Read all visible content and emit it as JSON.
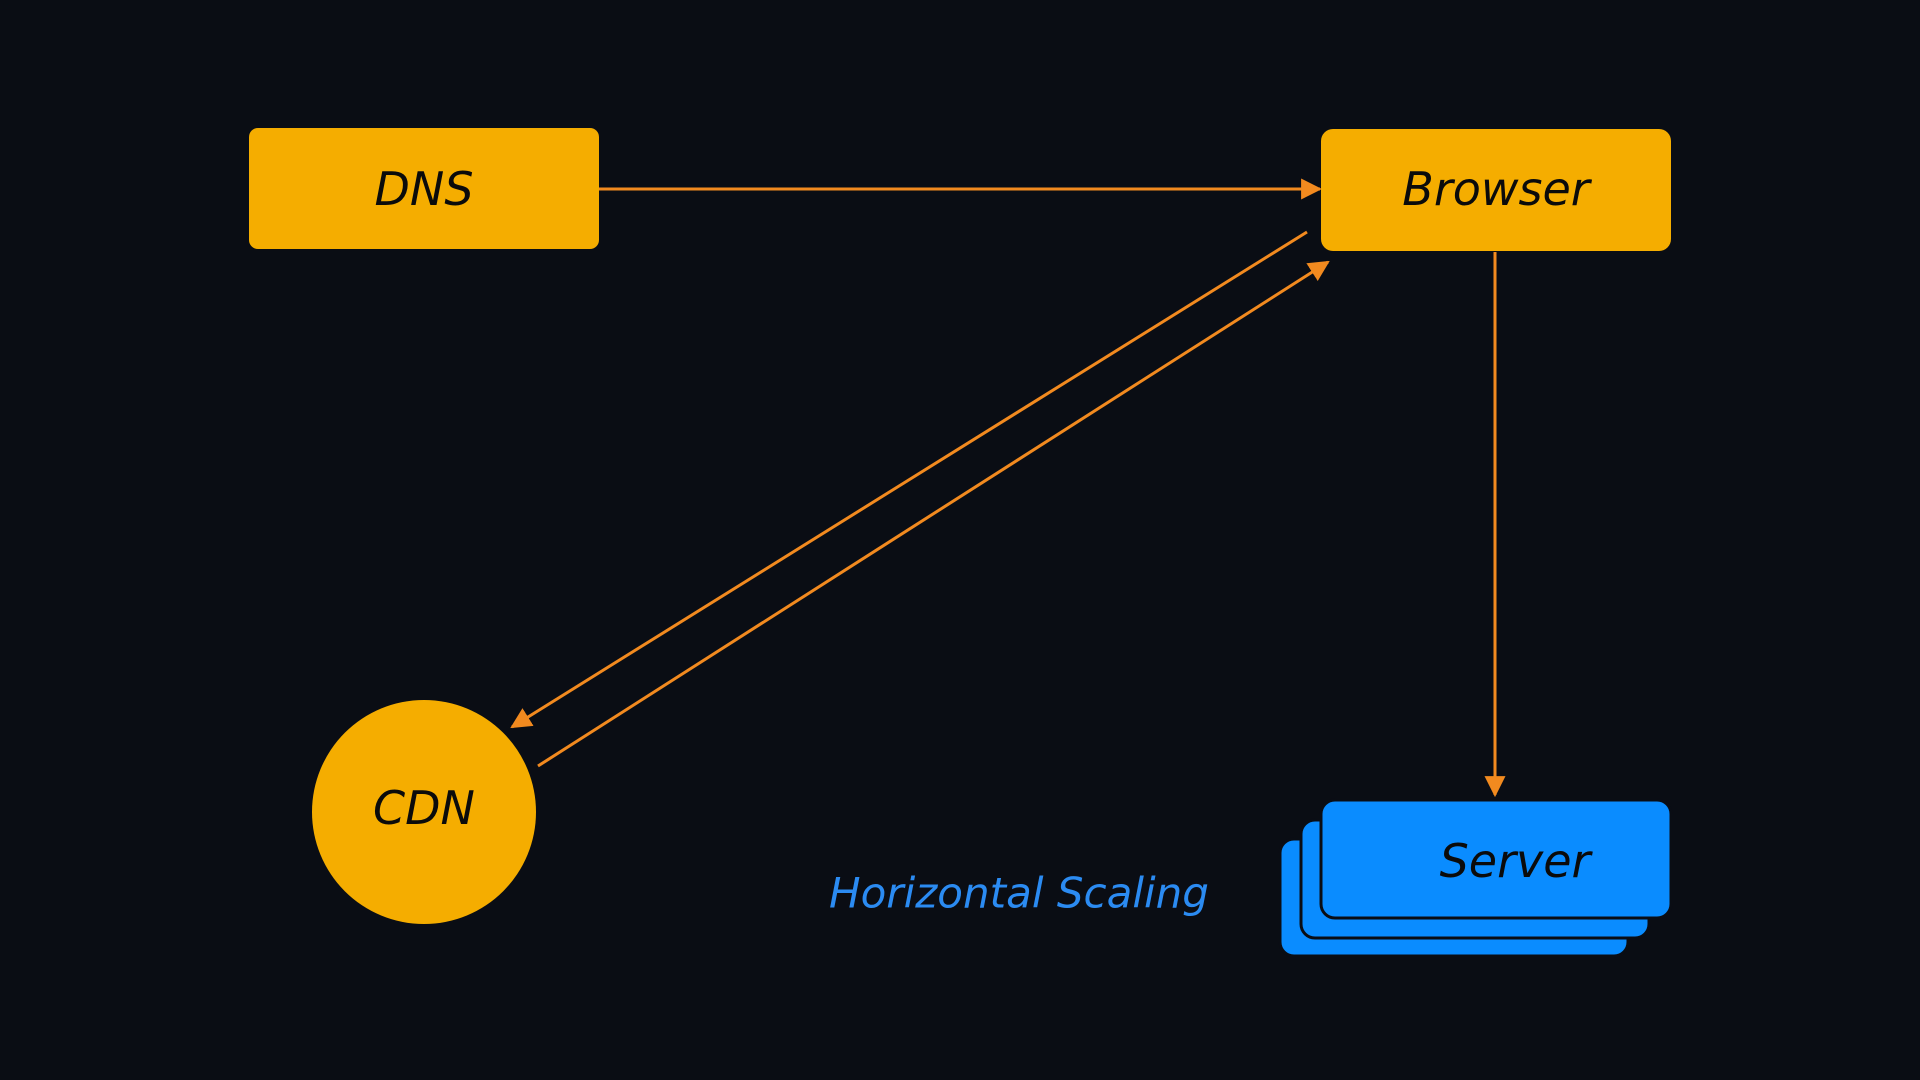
{
  "colors": {
    "background": "#0a0d14",
    "node_fill": "#f5ad00",
    "edge": "#f28a1f",
    "server_fill": "#0a8cff",
    "annotation_text": "#2b8bf2"
  },
  "nodes": {
    "dns": {
      "label": "DNS",
      "shape": "rounded-rectangle"
    },
    "browser": {
      "label": "Browser",
      "shape": "rounded-rectangle"
    },
    "cdn": {
      "label": "CDN",
      "shape": "circle"
    },
    "server": {
      "label": "Server",
      "shape": "stacked-rounded-rectangles",
      "stack_count": 3
    }
  },
  "edges": [
    {
      "from": "dns",
      "to": "browser"
    },
    {
      "from": "browser",
      "to": "cdn"
    },
    {
      "from": "cdn",
      "to": "browser"
    },
    {
      "from": "browser",
      "to": "server"
    }
  ],
  "annotation": {
    "text": "Horizontal Scaling"
  }
}
